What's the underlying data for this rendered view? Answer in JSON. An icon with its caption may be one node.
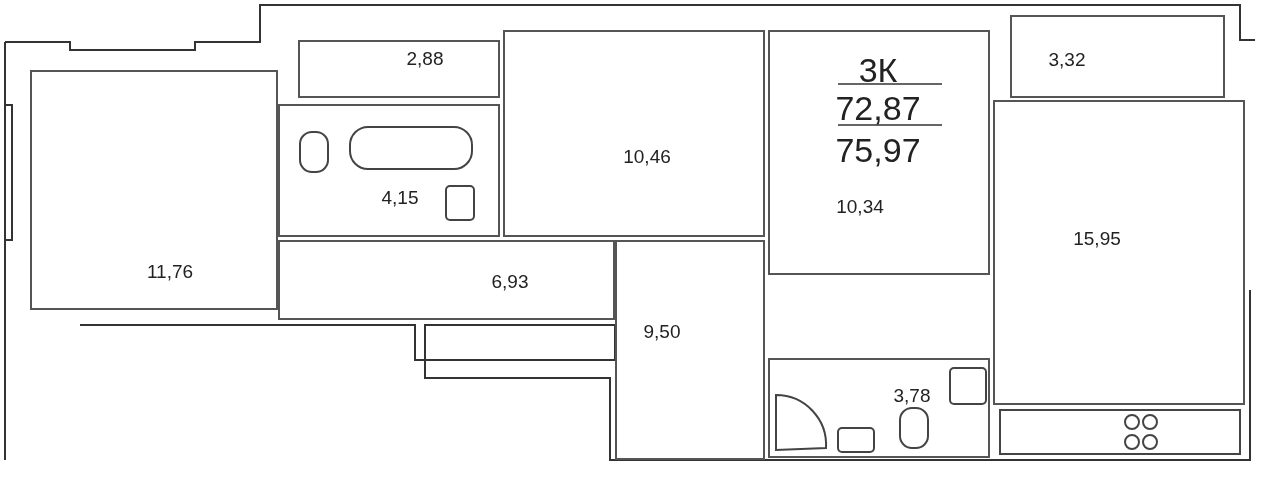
{
  "diagram": {
    "nodes": [
      {
        "text": [
          "11,76"
        ]
      },
      {
        "text": [
          "2,88"
        ]
      },
      {
        "text": [
          "4,15"
        ]
      },
      {
        "text": [
          "10,46"
        ]
      },
      {
        "text": [
          "10,34"
        ]
      },
      {
        "text": [
          "3,32"
        ]
      },
      {
        "text": [
          "15,95"
        ]
      },
      {
        "text": [
          "6,93"
        ]
      },
      {
        "text": [
          "9,50"
        ]
      },
      {
        "text": [
          "3,78"
        ]
      }
    ],
    "labels": [
      "3К",
      "72,87",
      "75,97"
    ]
  }
}
